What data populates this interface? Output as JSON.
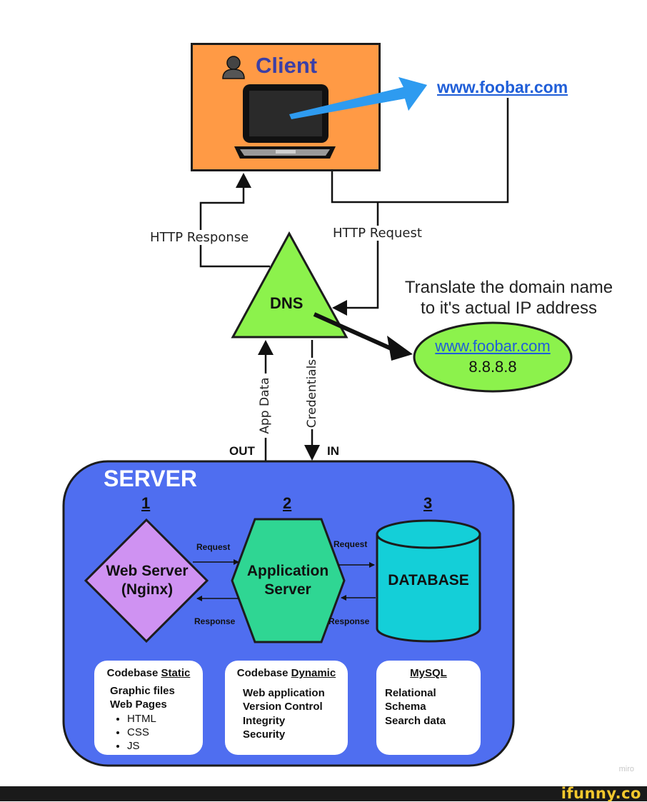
{
  "client": {
    "title": "Client",
    "icon": "user-icon",
    "url": "www.foobar.com",
    "colors": {
      "box": "#ff9a45",
      "title": "#3b3fa6"
    }
  },
  "connections": {
    "http_response": "HTTP Response",
    "http_request": "HTTP Request"
  },
  "dns": {
    "label": "DNS",
    "color": "#8cf24c",
    "translate_line1": "Translate the domain name",
    "translate_line2": "to it's actual IP address",
    "record_domain": "www.foobar.com",
    "record_ip": "8.8.8.8"
  },
  "flow": {
    "app_data": "App Data",
    "credentials": "Credentials",
    "out": "OUT",
    "in": "IN"
  },
  "server": {
    "title": "SERVER",
    "color": "#4f6ef0",
    "components": [
      {
        "number": "1",
        "name_line1": "Web Server",
        "name_line2": "(Nginx)",
        "color": "#cf92f2"
      },
      {
        "number": "2",
        "name_line1": "Application",
        "name_line2": "Server",
        "color": "#2fd693"
      },
      {
        "number": "3",
        "name_line1": "DATABASE",
        "name_line2": "",
        "color": "#14cfd8"
      }
    ],
    "arrows": {
      "request_1": "Request",
      "response_1": "Response",
      "request_2": "Request",
      "response_2": "Response"
    },
    "cards": [
      {
        "title_prefix": "Codebase ",
        "title_underlined": "Static",
        "lines": [
          "Graphic files",
          "Web Pages"
        ],
        "bullets": [
          "HTML",
          "CSS",
          "JS"
        ]
      },
      {
        "title_prefix": "Codebase ",
        "title_underlined": "Dynamic",
        "lines": [
          "Web application",
          "Version Control",
          "Integrity",
          "Security"
        ],
        "bullets": []
      },
      {
        "title_prefix": "",
        "title_underlined": "MySQL",
        "lines": [
          "Relational",
          "Schema",
          "Search data"
        ],
        "bullets": []
      }
    ]
  },
  "footer": {
    "watermark": "miro",
    "brand": "ifunny.co"
  }
}
